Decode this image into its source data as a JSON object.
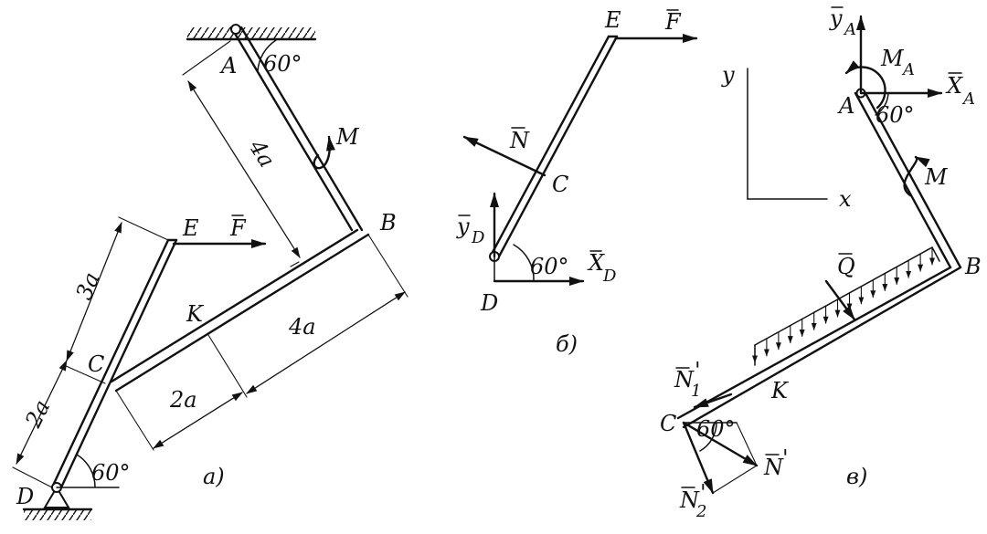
{
  "panel_a": {
    "caption": "а)",
    "points": {
      "A": "A",
      "B": "B",
      "C": "C",
      "D": "D",
      "E": "E",
      "K": "K"
    },
    "force": "F",
    "moment": "M",
    "angle_A": "60°",
    "angle_D": "60°",
    "dim_AB": "4a",
    "dim_CE": "3a",
    "dim_DC": "2a",
    "dim_CK": "2a",
    "dim_KB": "4a"
  },
  "panel_b": {
    "caption": "б)",
    "points": {
      "C": "C",
      "D": "D",
      "E": "E"
    },
    "force_F": "F",
    "force_N": "N",
    "force_YD": "y",
    "force_YD_sub": "D",
    "force_XD": "X",
    "force_XD_sub": "D",
    "angle_D": "60°"
  },
  "panel_c": {
    "caption": "в)",
    "points": {
      "A": "A",
      "B": "B",
      "C": "C",
      "K": "K"
    },
    "axis_x": "x",
    "axis_y": "y",
    "force_YA": "y",
    "force_YA_sub": "A",
    "force_XA": "X",
    "force_XA_sub": "A",
    "moment_MA": "M",
    "moment_MA_sub": "A",
    "moment": "M",
    "load_Q": "Q",
    "force_N": "N",
    "force_N_prime": "'",
    "force_N1": "N",
    "force_N1_sub": "1",
    "force_N1_prime": "'",
    "force_N2": "N",
    "force_N2_sub": "2",
    "force_N2_prime": "'",
    "angle_A": "60°",
    "angle_C": "60°"
  }
}
